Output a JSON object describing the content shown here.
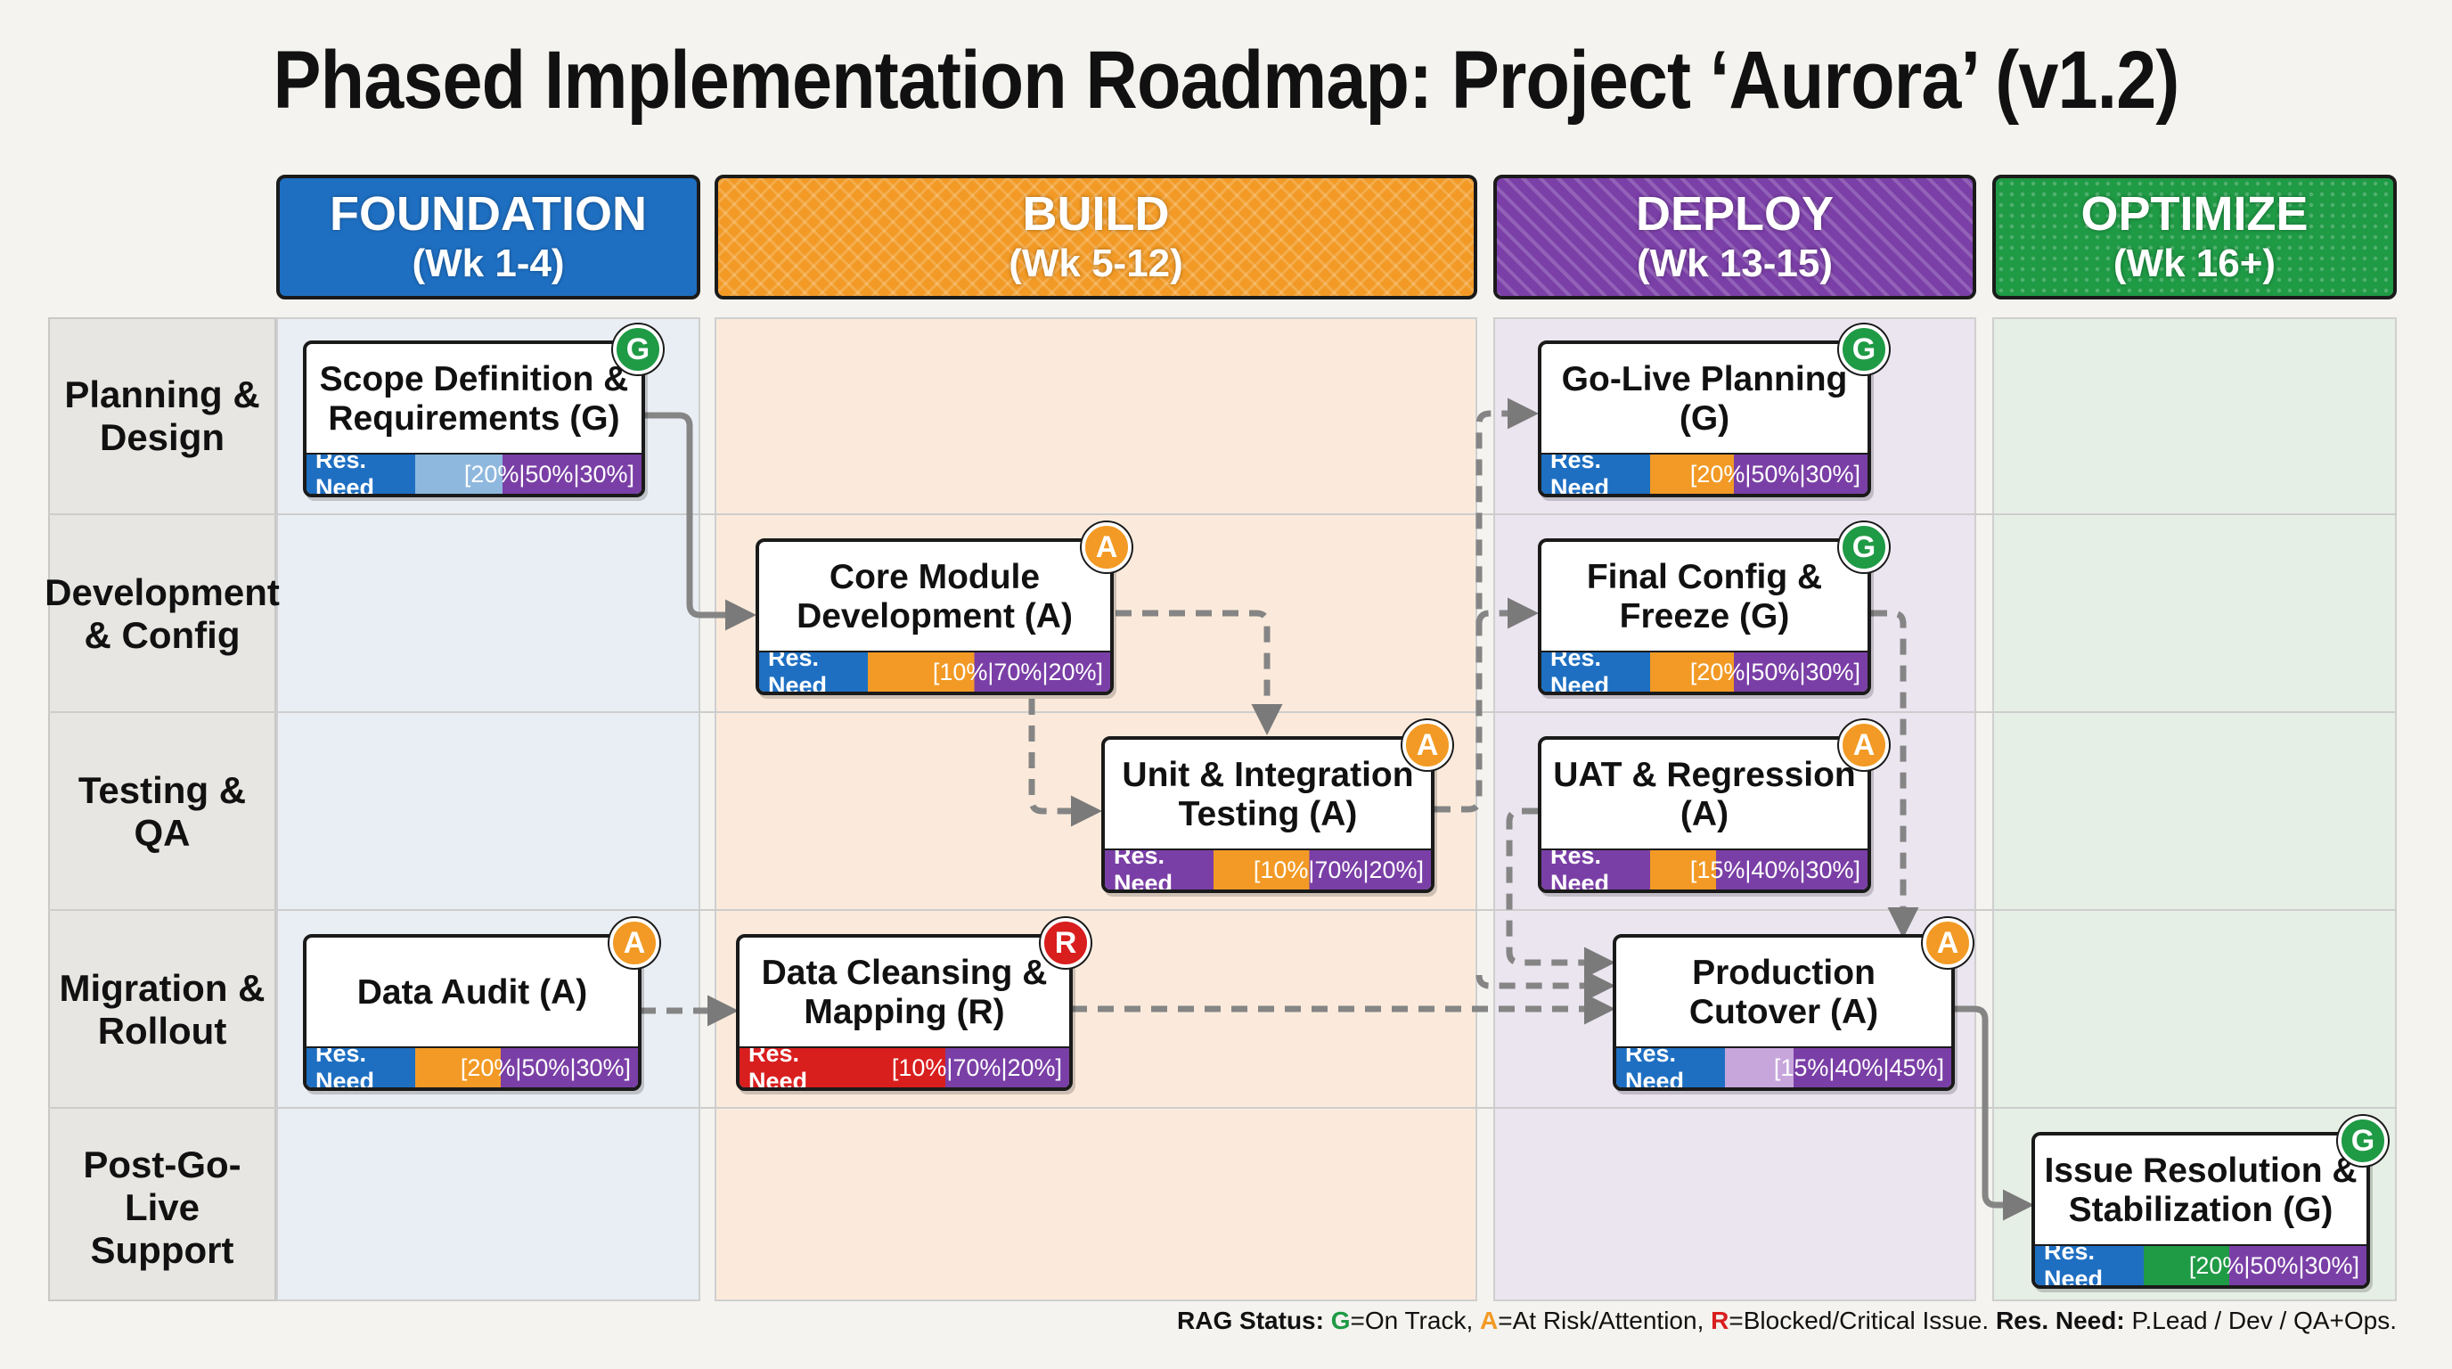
{
  "title": "Phased Implementation Roadmap: Project ‘Aurora’ (v1.2)",
  "colors": {
    "green": "#1f9a45",
    "amber": "#f29a25",
    "red": "#d91e1e",
    "purple": "#7a3fa6",
    "blue": "#1e6fc2",
    "light_blue": "#8fb8de",
    "light_orange": "#f6c28e",
    "light_purple": "#c7a6dc",
    "dark": "#2a2a2a"
  },
  "phases": [
    {
      "name": "FOUNDATION",
      "weeks": "(Wk 1-4)",
      "color": "#1e6fc2"
    },
    {
      "name": "BUILD",
      "weeks": "(Wk 5-12)",
      "color": "#f29a25"
    },
    {
      "name": "DEPLOY",
      "weeks": "(Wk 13-15)",
      "color": "#7b3fa8"
    },
    {
      "name": "OPTIMIZE",
      "weeks": "(Wk 16+)",
      "color": "#1f9a45"
    }
  ],
  "rows": [
    {
      "label": "Planning & Design"
    },
    {
      "label": "Development & Config"
    },
    {
      "label": "Testing & QA"
    },
    {
      "label": "Migration & Rollout"
    },
    {
      "label": "Post-Go-Live Support"
    }
  ],
  "tasks": [
    {
      "id": "scope",
      "title": "Scope Definition & Requirements (G)",
      "rag": "G",
      "res_label": "Res. Need",
      "res": "[20%|50%|30%]",
      "res_split": [
        20,
        50,
        30
      ],
      "bar_color": "#8fb8de",
      "name_color": "#1e6fc2"
    },
    {
      "id": "core",
      "title": "Core Module Development (A)",
      "rag": "A",
      "res_label": "Res. Need",
      "res": "[10%|70%|20%]",
      "res_split": [
        10,
        70,
        20
      ],
      "bar_color": "#f29a25",
      "name_color": "#1e6fc2"
    },
    {
      "id": "unit",
      "title": "Unit & Integration Testing (A)",
      "rag": "A",
      "res_label": "Res. Need",
      "res": "[10%|70%|20%]",
      "res_split": [
        10,
        70,
        20
      ],
      "bar_color": "#f29a25",
      "name_color": "#7a3fa6"
    },
    {
      "id": "audit",
      "title": "Data Audit (A)",
      "rag": "A",
      "res_label": "Res. Need",
      "res": "[20%|50%|30%]",
      "res_split": [
        20,
        50,
        30
      ],
      "bar_color": "#f29a25",
      "name_color": "#1e6fc2"
    },
    {
      "id": "cleanse",
      "title": "Data Cleansing & Mapping (R)",
      "rag": "R",
      "res_label": "Res. Need",
      "res": "[10%|70%|20%]",
      "res_split": [
        10,
        70,
        20
      ],
      "bar_color": "#d91e1e",
      "name_color": "#d91e1e"
    },
    {
      "id": "golive",
      "title": "Go-Live Planning (G)",
      "rag": "G",
      "res_label": "Res. Need",
      "res": "[20%|50%|30%]",
      "res_split": [
        20,
        50,
        30
      ],
      "bar_color": "#f29a25",
      "name_color": "#1e6fc2"
    },
    {
      "id": "final",
      "title": "Final Config & Freeze (G)",
      "rag": "G",
      "res_label": "Res. Need",
      "res": "[20%|50%|30%]",
      "res_split": [
        20,
        50,
        30
      ],
      "bar_color": "#f29a25",
      "name_color": "#1e6fc2"
    },
    {
      "id": "uat",
      "title": "UAT & Regression (A)",
      "rag": "A",
      "res_label": "Res. Need",
      "res": "[15%|40%|30%]",
      "res_split": [
        15,
        40,
        30
      ],
      "bar_color": "#f29a25",
      "name_color": "#7a3fa6"
    },
    {
      "id": "cutover",
      "title": "Production Cutover (A)",
      "rag": "A",
      "res_label": "Res. Need",
      "res": "[15%|40%|45%]",
      "res_split": [
        15,
        40,
        45
      ],
      "bar_color": "#c7a6dc",
      "name_color": "#1e6fc2"
    },
    {
      "id": "issue",
      "title": "Issue Resolution & Stabilization (G)",
      "rag": "G",
      "res_label": "Res. Need",
      "res": "[20%|50%|30%]",
      "res_split": [
        20,
        50,
        30
      ],
      "bar_color": "#1f9a45",
      "name_color": "#1e6fc2"
    }
  ],
  "legend": {
    "rag_label": "RAG Status:",
    "g": "G",
    "g_text": "=On Track,",
    "a": "A",
    "a_text": "=At Risk/Attention,",
    "r": "R",
    "r_text": "=Blocked/Critical Issue.",
    "res_label": "Res. Need:",
    "res_text": "P.Lead / Dev / QA+Ops."
  }
}
